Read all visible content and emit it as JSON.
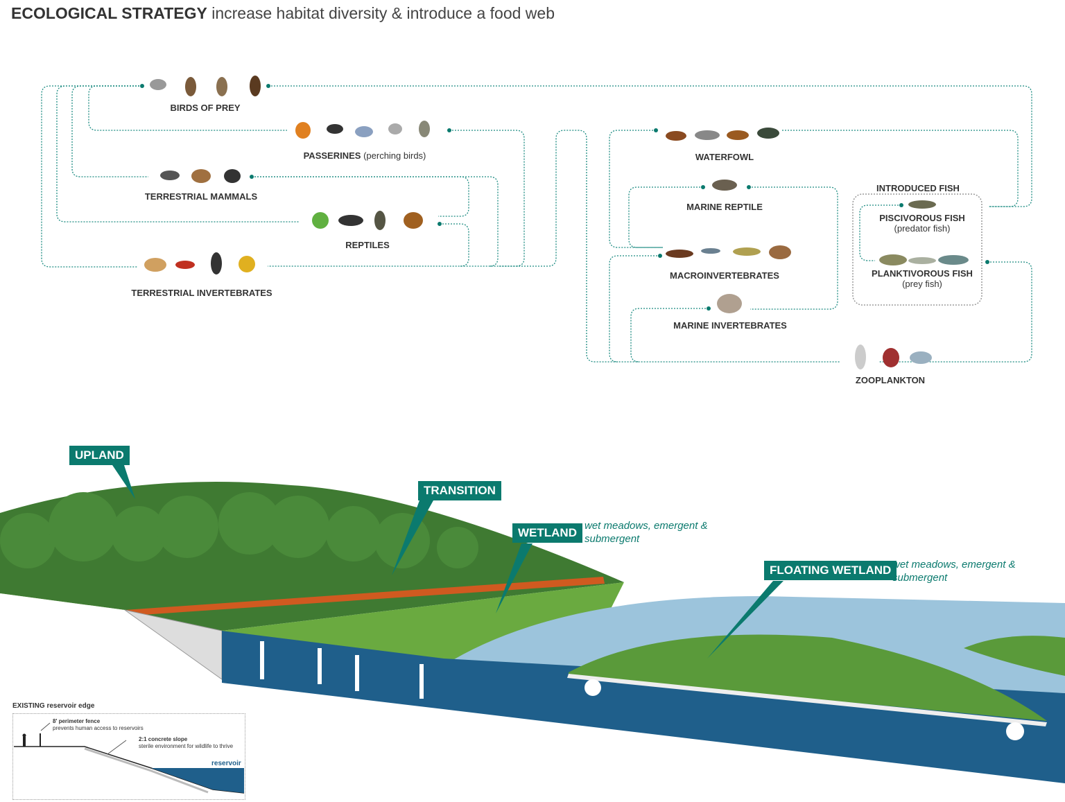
{
  "header": {
    "bold": "ECOLOGICAL STRATEGY",
    "rest": "increase habitat diversity & introduce a food web"
  },
  "food_web": {
    "birds_of_prey": "BIRDS OF PREY",
    "passerines": "PASSERINES",
    "passerines_sub": "(perching birds)",
    "terrestrial_mammals": "TERRESTRIAL MAMMALS",
    "reptiles": "REPTILES",
    "terrestrial_invertebrates": "TERRESTRIAL INVERTEBRATES",
    "waterfowl": "WATERFOWL",
    "marine_reptile": "MARINE REPTILE",
    "macroinvertebrates": "MACROINVERTEBRATES",
    "marine_invertebrates": "MARINE INVERTEBRATES",
    "zooplankton": "ZOOPLANKTON",
    "introduced_fish": "INTRODUCED FISH",
    "piscivorous": "PISCIVOROUS FISH",
    "piscivorous_sub": "(predator fish)",
    "planktivorous": "PLANKTIVOROUS FISH",
    "planktivorous_sub": "(prey fish)"
  },
  "section": {
    "upland": "UPLAND",
    "transition": "TRANSITION",
    "wetland": "WETLAND",
    "wetland_note": "wet meadows, emergent & submergent",
    "floating_wetland": "FLOATING WETLAND",
    "floating_note": "wet meadows, emergent & submergent"
  },
  "inset": {
    "title": "EXISTING reservoir edge",
    "fence": "8' perimeter fence",
    "fence_sub": "prevents human access to reservoirs",
    "slope": "2:1 concrete slope",
    "slope_sub": "sterile environment for wildlife to thrive",
    "reservoir": "reservoir"
  },
  "colors": {
    "teal": "#0b7a6e",
    "line": "#1a8a80",
    "water": "#1f5f8b"
  }
}
